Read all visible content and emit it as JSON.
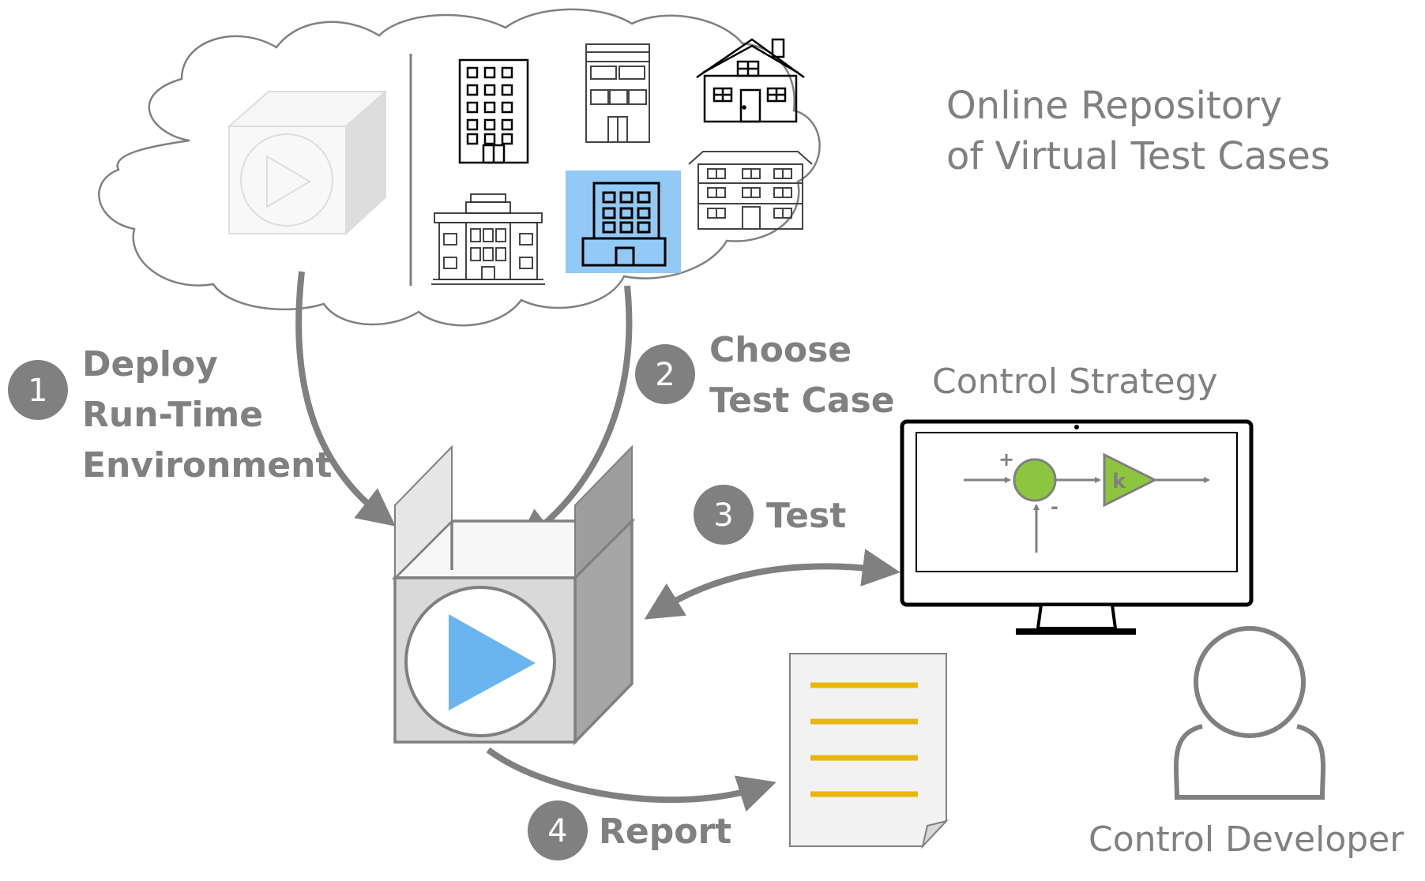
{
  "repository": {
    "title_line1": "Online Repository",
    "title_line2": "of Virtual Test Cases"
  },
  "steps": [
    {
      "number": "1",
      "line1": "Deploy",
      "line2": "Run-Time",
      "line3": "Environment"
    },
    {
      "number": "2",
      "line1": "Choose",
      "line2": "Test Case"
    },
    {
      "number": "3",
      "line1": "Test"
    },
    {
      "number": "4",
      "line1": "Report"
    }
  ],
  "control_strategy": {
    "title": "Control Strategy",
    "plus_sign": "+",
    "minus_sign": "-",
    "gain_label": "k"
  },
  "developer": {
    "label": "Control Developer"
  },
  "colors": {
    "gray": "#808080",
    "light_gray_box": "#d9d9d9",
    "play_blue": "#6ab4f0",
    "selected_building": "#92c9f5",
    "controller_green": "#8cc63f",
    "report_lines": "#e8b70a"
  },
  "icons": [
    "cloud-icon",
    "runtime-box-icon",
    "building-icons",
    "monitor-icon",
    "document-icon",
    "person-icon"
  ]
}
